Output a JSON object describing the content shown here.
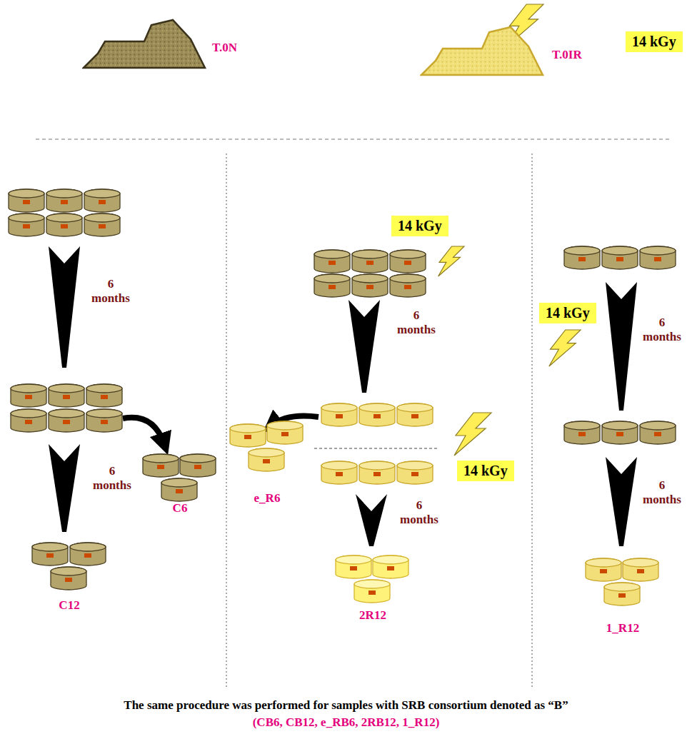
{
  "diagram": {
    "caption": "The same procedure was performed for samples with SRB consortium denoted as “B”",
    "nodes": [
      {
        "text": [
          "T.0N"
        ]
      },
      {
        "text": [
          "T.0IR"
        ]
      },
      {
        "text": [
          "14 kGy"
        ]
      },
      {
        "text": [
          "14 kGy"
        ]
      },
      {
        "text": [
          "14 kGy"
        ]
      },
      {
        "text": [
          "14 kGy"
        ]
      },
      {
        "text": [
          "e_R6"
        ]
      },
      {
        "text": [
          "C6"
        ]
      },
      {
        "text": [
          "C12"
        ]
      },
      {
        "text": [
          "2R12"
        ]
      },
      {
        "text": [
          "1_R12"
        ]
      }
    ],
    "labels": [
      "6 months",
      "6 months",
      "6 months",
      "6 months",
      "6 months",
      "6 months",
      "(CB6, CB12, e_RB6, 2RB12, 1_R12)"
    ]
  }
}
